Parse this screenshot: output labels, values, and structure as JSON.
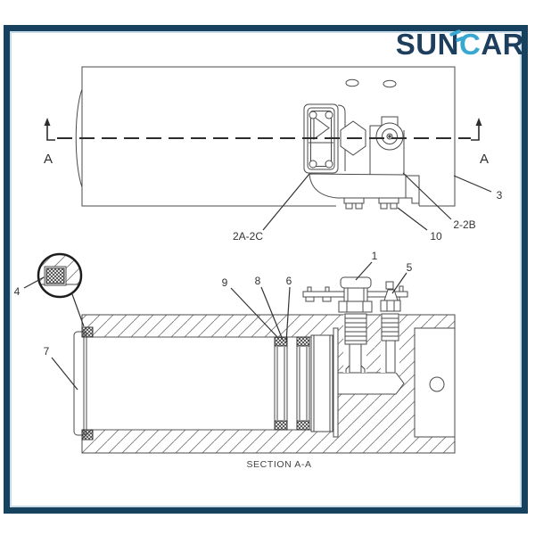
{
  "brand": {
    "word_part1": "SUN",
    "word_part2": "C",
    "word_part3": "AR",
    "navy_color": "#1d3e5c",
    "cyan_color": "#38a8d0"
  },
  "frame_color": "#17425f",
  "labels": {
    "a_left": "A",
    "a_right": "A",
    "n2a2c": "2A-2C",
    "n22b": "2-2B",
    "n3": "3",
    "n10": "10",
    "n1": "1",
    "n5": "5",
    "n9": "9",
    "n8": "8",
    "n6": "6",
    "n4": "4",
    "n7": "7"
  },
  "section_title": "SECTION A-A"
}
